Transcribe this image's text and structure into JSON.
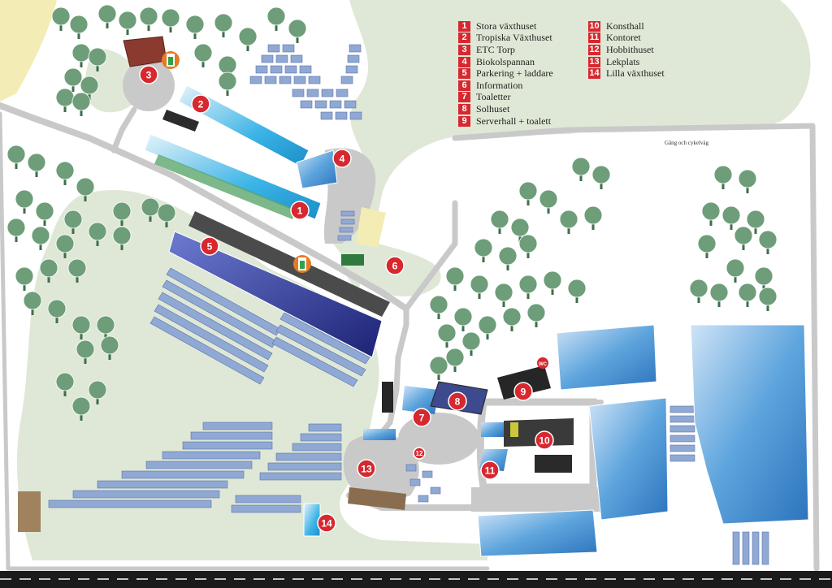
{
  "legend": {
    "left": [
      {
        "num": "1",
        "label": "Stora växthuset"
      },
      {
        "num": "2",
        "label": "Tropiska Växthuset"
      },
      {
        "num": "3",
        "label": "ETC Torp"
      },
      {
        "num": "4",
        "label": "Biokolspannan"
      },
      {
        "num": "5",
        "label": "Parkering + laddare"
      },
      {
        "num": "6",
        "label": "Information"
      },
      {
        "num": "7",
        "label": "Toaletter"
      },
      {
        "num": "8",
        "label": "Solhuset"
      },
      {
        "num": "9",
        "label": "Serverhall + toalett"
      }
    ],
    "right": [
      {
        "num": "10",
        "label": "Konsthall"
      },
      {
        "num": "11",
        "label": "Kontoret"
      },
      {
        "num": "12",
        "label": "Hobbithuset"
      },
      {
        "num": "13",
        "label": "Lekplats"
      },
      {
        "num": "14",
        "label": "Lilla växthuset"
      }
    ]
  },
  "path_label": "Gång och cykelväg",
  "wc_label": "WC",
  "markers": [
    "1",
    "2",
    "3",
    "4",
    "5",
    "6",
    "7",
    "8",
    "9",
    "10",
    "11",
    "12",
    "13",
    "14"
  ],
  "colors": {
    "marker_red": "#d7282f",
    "meadow": "#dfe8d6",
    "sand": "#f3ecb4",
    "road": "#c9c9c9",
    "solar": "#8fa9d4",
    "greenhouse": "#4aa8e0",
    "solhuset": "#232f8a",
    "tree": "#6e9e79",
    "charger": "#e57b26",
    "highway": "#1b1b1b"
  }
}
